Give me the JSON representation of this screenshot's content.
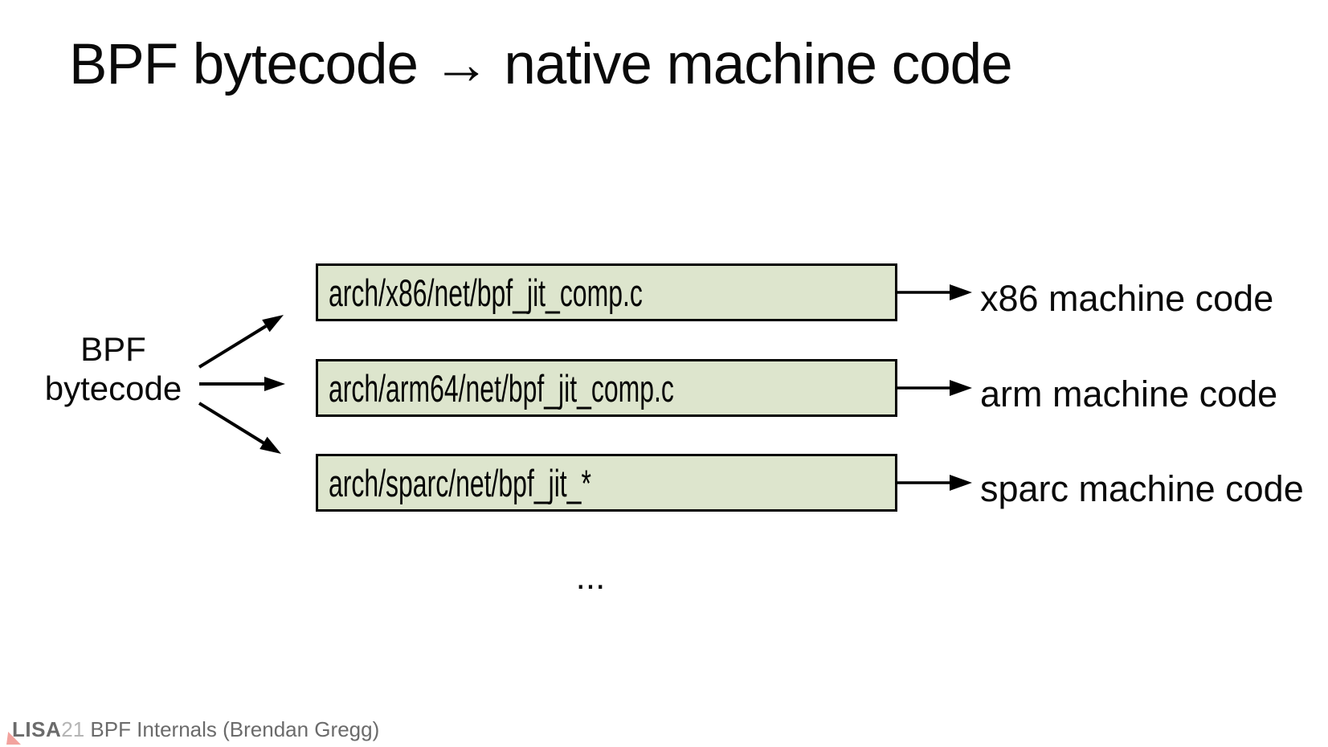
{
  "slide": {
    "title": "BPF bytecode → native machine code",
    "source_label": {
      "line1": "BPF",
      "line2": "bytecode"
    },
    "rows": [
      {
        "file": "arch/x86/net/bpf_jit_comp.c",
        "output": "x86 machine code"
      },
      {
        "file": "arch/arm64/net/bpf_jit_comp.c",
        "output": "arm machine code"
      },
      {
        "file": "arch/sparc/net/bpf_jit_*",
        "output": "sparc machine code"
      }
    ],
    "ellipsis": "..."
  },
  "footer": {
    "logo_text": "LISA",
    "logo_year": "21",
    "credit": "BPF Internals (Brendan Gregg)"
  },
  "icons": {
    "fan_arrows": "three-black-arrows-fanning-right",
    "right_arrow": "black-right-arrow"
  },
  "colors": {
    "box_fill": "#dde5cd",
    "box_border": "#000000",
    "arrow": "#000000",
    "footer_text": "#6b6b6b",
    "footer_year": "#b5b5b5",
    "logo_triangle": "#f2a39e"
  }
}
